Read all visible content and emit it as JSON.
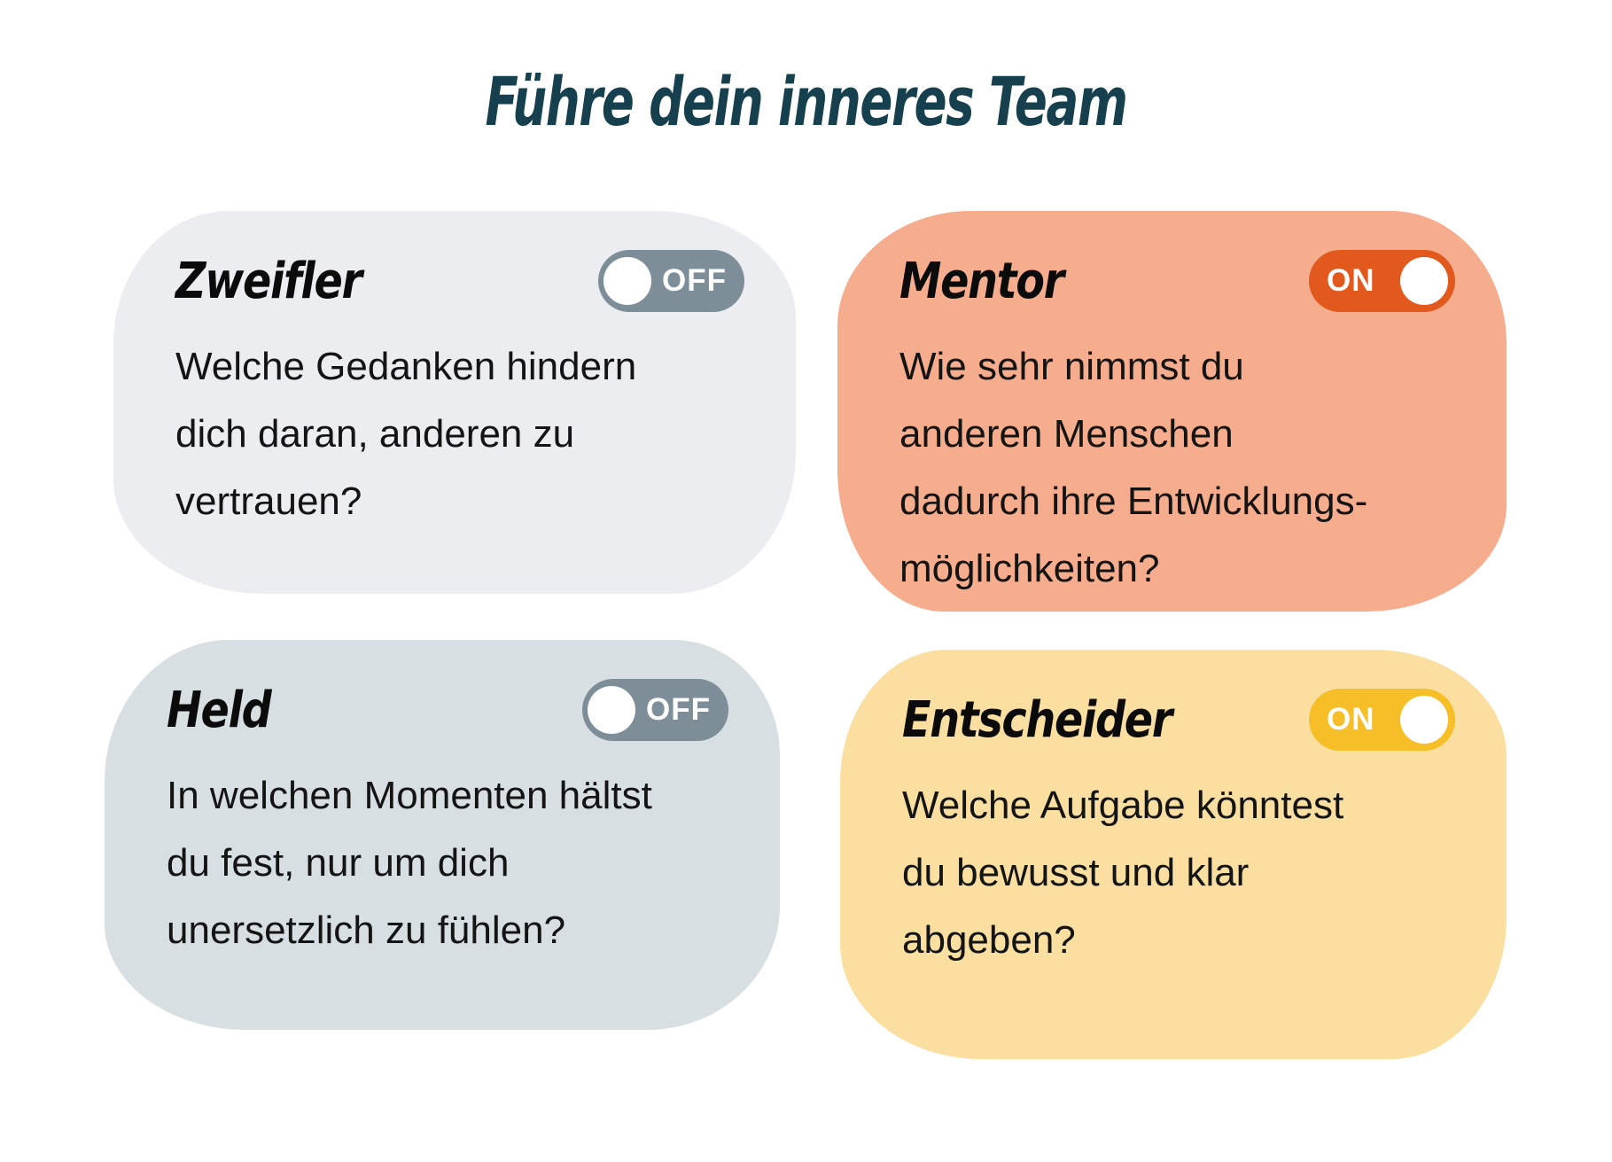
{
  "title": "Führe dein inneres Team",
  "colors": {
    "page_background": "#FFFFFF",
    "title": "#17404F",
    "body_text": "#141414",
    "toggle_knob": "#FFFFFF",
    "toggle_off_pill": "#7E8E99"
  },
  "cards": [
    {
      "name": "Zweifler",
      "bg_color": "#EBEDF1",
      "toggle": {
        "state": "off",
        "label": "OFF",
        "color": "#7E8E99"
      },
      "lines": [
        "Welche Gedanken hindern",
        "dich daran, anderen zu",
        "vertrauen?"
      ]
    },
    {
      "name": "Mentor",
      "bg_color": "#F6AD8E",
      "toggle": {
        "state": "on",
        "label": "ON",
        "color": "#E2591D"
      },
      "lines": [
        "Wie sehr nimmst du",
        "anderen Menschen",
        "dadurch ihre Entwicklungs-",
        "möglichkeiten?"
      ]
    },
    {
      "name": "Held",
      "bg_color": "#D8DFE3",
      "toggle": {
        "state": "off",
        "label": "OFF",
        "color": "#7E8E99"
      },
      "lines": [
        "In welchen Momenten hältst",
        "du fest, nur um dich",
        "unersetzlich zu fühlen?"
      ]
    },
    {
      "name": "Entscheider",
      "bg_color": "#FBDFA1",
      "toggle": {
        "state": "on",
        "label": "ON",
        "color": "#F6BE27"
      },
      "lines": [
        "Welche Aufgabe könntest",
        "du bewusst und klar",
        "abgeben?"
      ]
    }
  ]
}
